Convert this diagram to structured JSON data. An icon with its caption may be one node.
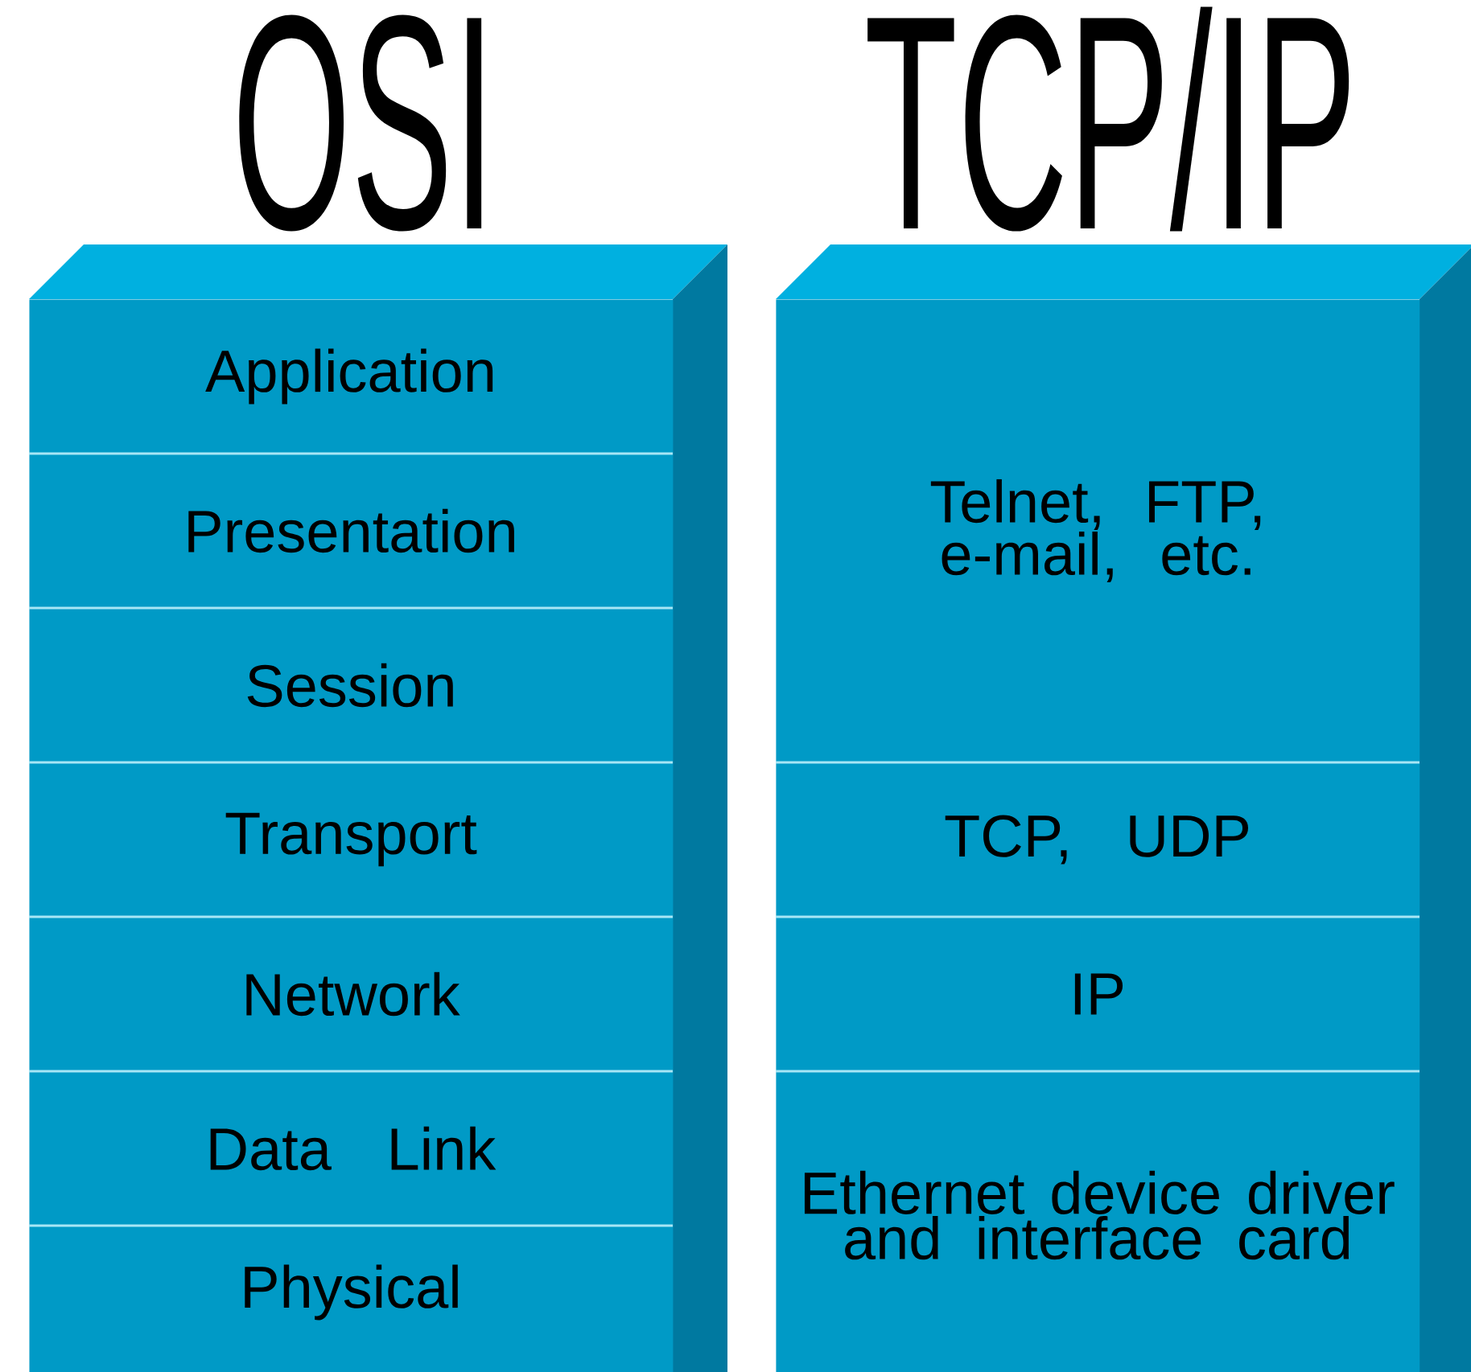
{
  "diagram": {
    "nodes": [
      {
        "text": [
          "OSI"
        ]
      },
      {
        "text": [
          "Application"
        ],
        "in": 0
      },
      {
        "text": [
          "Presentation"
        ],
        "in": 0
      },
      {
        "text": [
          "Session"
        ],
        "in": 0
      },
      {
        "text": [
          "Transport"
        ],
        "in": 0
      },
      {
        "text": [
          "Network"
        ],
        "in": 0
      },
      {
        "text": [
          "Data Link"
        ],
        "in": 0
      },
      {
        "text": [
          "Physical"
        ],
        "in": 0
      },
      {
        "text": [
          "TCP/IP"
        ]
      },
      {
        "text": [
          "Telnet, FTP, e-mail, etc."
        ],
        "in": 8
      },
      {
        "text": [
          "TCP, UDP"
        ],
        "in": 8
      },
      {
        "text": [
          "IP"
        ],
        "in": 8
      },
      {
        "text": [
          "Ethernet device driver and interface card"
        ],
        "in": 8
      }
    ]
  }
}
